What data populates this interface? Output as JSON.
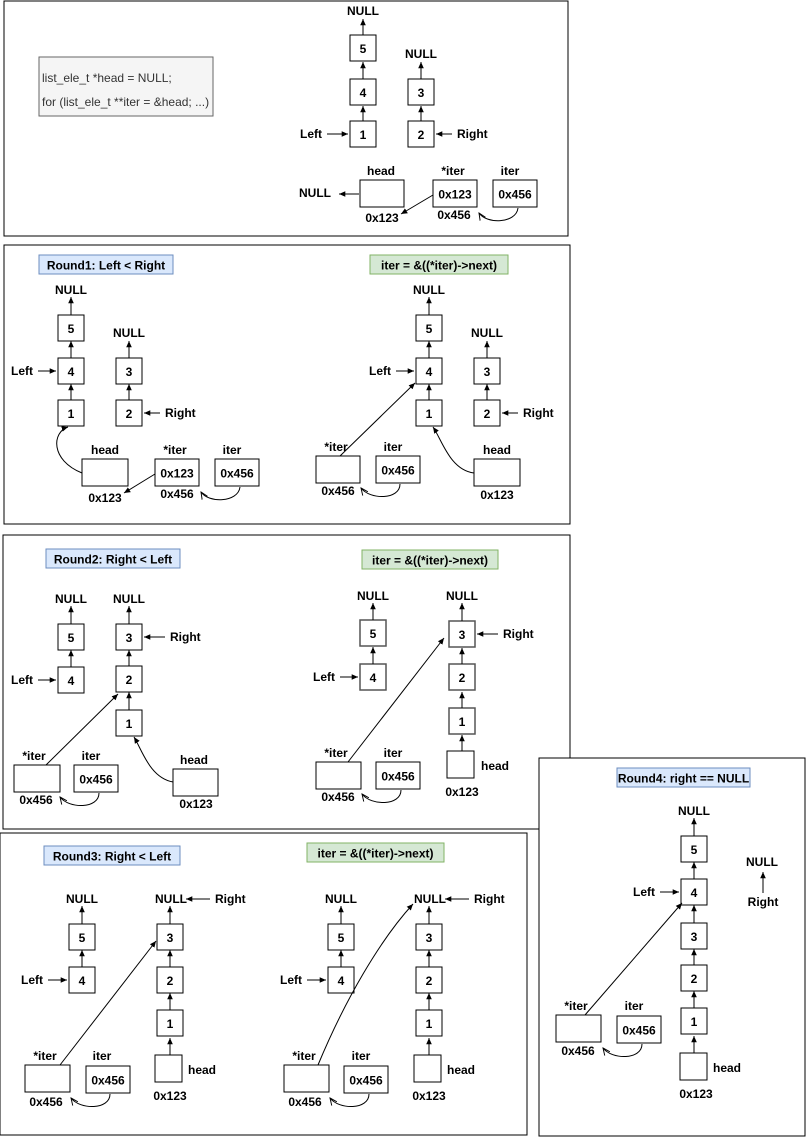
{
  "colors": {
    "round_label_fill": "#dae8fc",
    "round_label_stroke": "#6c8ebf",
    "action_label_fill": "#d5e8d4",
    "action_label_stroke": "#82b366",
    "code_fill": "#f5f5f5",
    "code_stroke": "#666666"
  },
  "texts": {
    "null": "NULL",
    "left": "Left",
    "right": "Right",
    "head": "head",
    "deref_iter": "*iter",
    "iter": "iter",
    "addr_123": "0x123",
    "addr_456": "0x456",
    "n1": "1",
    "n2": "2",
    "n3": "3",
    "n4": "4",
    "n5": "5"
  },
  "code": {
    "line1": "list_ele_t *head = NULL;",
    "line2": "for (list_ele_t **iter = &head; ...)"
  },
  "rounds": {
    "r1": "Round1: Left < Right",
    "r2": "Round2: Right < Left",
    "r3": "Round3: Right < Left",
    "r4": "Round4: right == NULL"
  },
  "action": "iter = &((*iter)->next)"
}
